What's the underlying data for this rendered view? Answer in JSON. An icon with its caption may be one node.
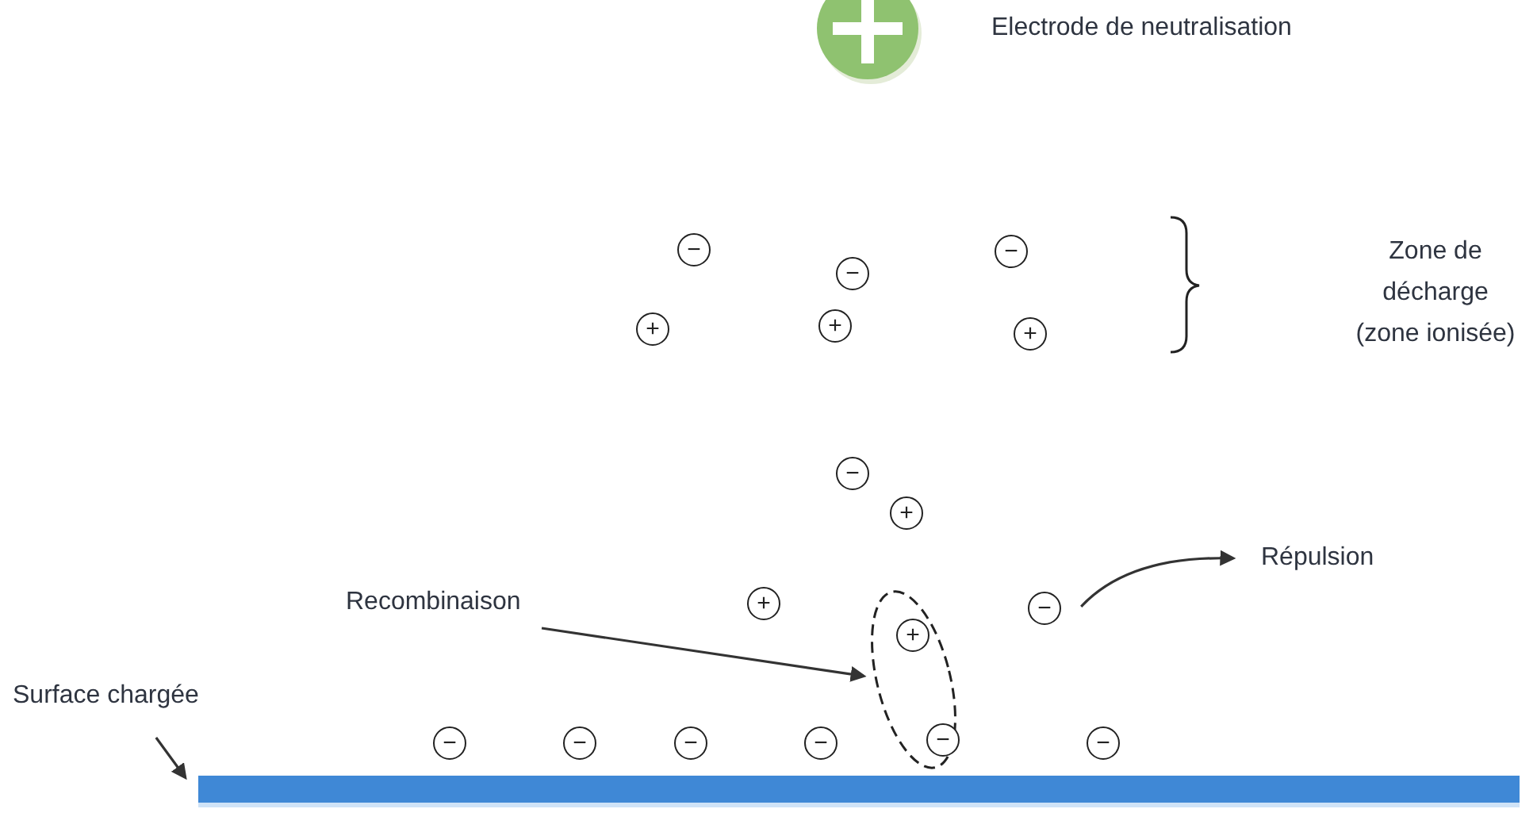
{
  "diagram": {
    "nodes": [
      {
        "text": [],
        "shape": "circle",
        "beside": [
          "Electrode de neutralisation"
        ]
      },
      {
        "text": [
          "−"
        ]
      },
      {
        "text": [
          "−"
        ]
      },
      {
        "text": [
          "−"
        ]
      },
      {
        "text": [
          "+"
        ]
      },
      {
        "text": [
          "+"
        ]
      },
      {
        "text": [
          "+"
        ]
      },
      {
        "text": [
          "−"
        ]
      },
      {
        "text": [
          "+"
        ]
      },
      {
        "text": [
          "Répulsion"
        ]
      },
      {
        "text": [
          "Recombinaison"
        ]
      },
      {
        "text": [
          "+"
        ]
      },
      {
        "text": [],
        "shape": "ellipse"
      },
      {
        "text": [
          "+"
        ],
        "in": 12
      },
      {
        "text": [
          "−"
        ]
      },
      {
        "text": [
          "Surface chargée"
        ]
      },
      {
        "text": [
          "−"
        ]
      },
      {
        "text": [
          "−"
        ]
      },
      {
        "text": [
          "−"
        ]
      },
      {
        "text": [
          "−"
        ]
      },
      {
        "text": [
          "−"
        ],
        "in": 12
      },
      {
        "text": [
          "−"
        ]
      },
      {
        "text": [],
        "shape": "bar"
      }
    ],
    "edges": [
      {
        "from": 10,
        "to": 12,
        "arrow": "to"
      },
      {
        "from": 14,
        "to": 9,
        "arrow": "to"
      },
      {
        "from": 15,
        "to": 22,
        "arrow": "to"
      }
    ],
    "labels": [
      "Zone de décharge (zone ionisée)"
    ]
  }
}
